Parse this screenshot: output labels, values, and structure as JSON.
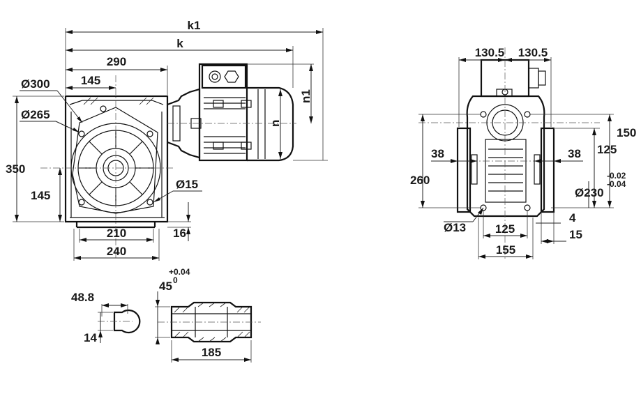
{
  "drawing": {
    "side_view": {
      "labels": {
        "k1": "k1",
        "k": "k",
        "d290": "290",
        "d145_top": "145",
        "dia300": "Ø300",
        "dia265": "Ø265",
        "d350": "350",
        "d145_left": "145",
        "dia15": "Ø15",
        "d16": "16",
        "d210": "210",
        "d240": "240",
        "n1": "n1",
        "n": "n"
      }
    },
    "front_view": {
      "labels": {
        "d130_5_left": "130.5",
        "d130_5_right": "130.5",
        "d150": "150",
        "d125_right": "125",
        "d38_left": "38",
        "d38_right": "38",
        "d260": "260",
        "tol_upper": "-0.02",
        "tol_lower": "-0.04",
        "dia230": "Ø230",
        "d4": "4",
        "dia13": "Ø13",
        "d125_bottom": "125",
        "d15": "15",
        "d155": "155"
      }
    },
    "shaft_detail": {
      "labels": {
        "d48_8": "48.8",
        "d14": "14",
        "d45": "45",
        "tol_plus": "+0.04",
        "tol_zero": "0",
        "d185": "185"
      }
    }
  }
}
